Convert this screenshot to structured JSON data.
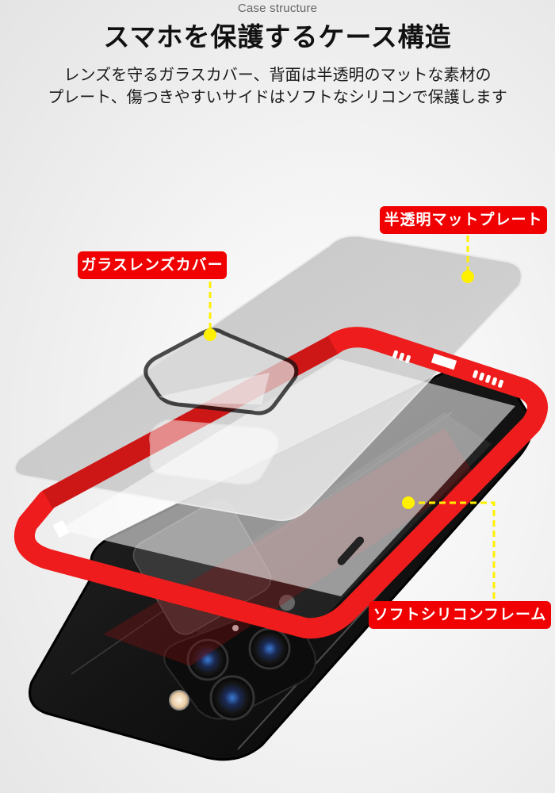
{
  "header": {
    "subtitle": "Case structure",
    "title": "スマホを保護するケース構造",
    "description": [
      "レンズを守るガラスカバー、背面は半透明のマットな素材の",
      "プレート、傷つきやすいサイドはソフトなシリコンで保護します"
    ]
  },
  "callouts": [
    {
      "id": "lens",
      "label": "ガラスレンズカバー",
      "color": "#f00000",
      "dot_color": "#fff000"
    },
    {
      "id": "plate",
      "label": "半透明マットプレート",
      "color": "#f00000",
      "dot_color": "#fff000"
    },
    {
      "id": "frame",
      "label": "ソフトシリコンフレーム",
      "color": "#f00000",
      "dot_color": "#fff000"
    }
  ],
  "colors": {
    "label_bg": "#f00000",
    "callout_dot": "#fff000",
    "frame_red": "#ee1c1c",
    "plate_gray": "#c9c9c9",
    "phone_black": "#111111"
  }
}
